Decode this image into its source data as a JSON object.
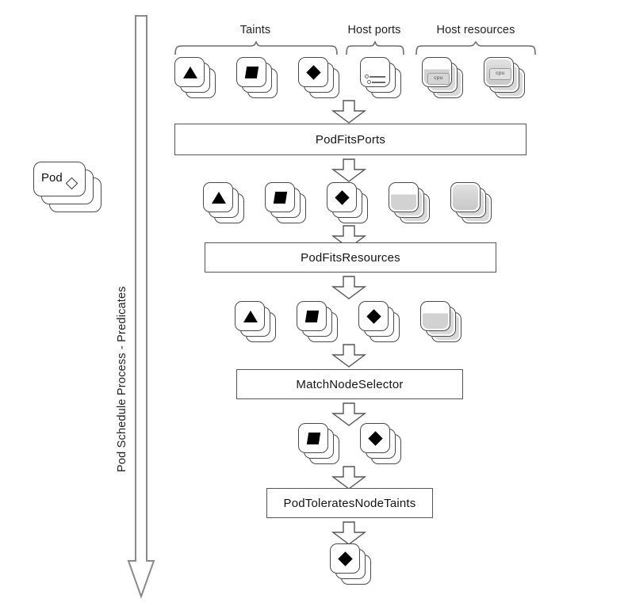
{
  "diagram": {
    "title": "Pod Schedule Process - Predicates",
    "side_caption": "Pod Schedule Process - Predicates",
    "pod": {
      "label": "Pod",
      "icon": "diamond-outline-icon"
    },
    "group_labels": [
      {
        "id": "taints",
        "label": "Taints"
      },
      {
        "id": "host-ports",
        "label": "Host ports"
      },
      {
        "id": "host-resources",
        "label": "Host resources"
      }
    ],
    "predicate_boxes": [
      {
        "id": "podfitsports",
        "label": "PodFitsPorts"
      },
      {
        "id": "podfitsresources",
        "label": "PodFitsResources"
      },
      {
        "id": "matchnodeselector",
        "label": "MatchNodeSelector"
      },
      {
        "id": "podtoleratesnodetaints",
        "label": "PodToleratesNodeTaints"
      }
    ],
    "node_rows": [
      {
        "id": "row-input",
        "nodes": [
          {
            "id": "n-triangle",
            "glyph": "triangle-icon",
            "style": "white",
            "label": ""
          },
          {
            "id": "n-square",
            "glyph": "square-icon",
            "style": "white",
            "label": ""
          },
          {
            "id": "n-diamond",
            "glyph": "diamond-icon",
            "style": "white",
            "label": ""
          },
          {
            "id": "n-port",
            "glyph": "port-icon",
            "style": "white",
            "label": ""
          },
          {
            "id": "n-cpu-1",
            "glyph": "cpu-icon",
            "style": "grey-light",
            "label": "cpu"
          },
          {
            "id": "n-cpu-2",
            "glyph": "cpu-icon",
            "style": "grey-dark",
            "label": "cpu"
          }
        ]
      },
      {
        "id": "row-after-ports",
        "nodes": [
          {
            "id": "n-triangle",
            "glyph": "triangle-icon",
            "style": "white",
            "label": ""
          },
          {
            "id": "n-square",
            "glyph": "square-icon",
            "style": "white",
            "label": ""
          },
          {
            "id": "n-diamond",
            "glyph": "diamond-icon",
            "style": "white",
            "label": ""
          },
          {
            "id": "n-grey-1",
            "glyph": "none",
            "style": "grey-light",
            "label": ""
          },
          {
            "id": "n-grey-2",
            "glyph": "none",
            "style": "grey-dark",
            "label": ""
          }
        ]
      },
      {
        "id": "row-after-resources",
        "nodes": [
          {
            "id": "n-triangle",
            "glyph": "triangle-icon",
            "style": "white",
            "label": ""
          },
          {
            "id": "n-square",
            "glyph": "square-icon",
            "style": "white",
            "label": ""
          },
          {
            "id": "n-diamond",
            "glyph": "diamond-icon",
            "style": "white",
            "label": ""
          },
          {
            "id": "n-grey-1",
            "glyph": "none",
            "style": "grey-light",
            "label": ""
          }
        ]
      },
      {
        "id": "row-after-selector",
        "nodes": [
          {
            "id": "n-square",
            "glyph": "square-icon",
            "style": "white",
            "label": ""
          },
          {
            "id": "n-diamond",
            "glyph": "diamond-icon",
            "style": "white",
            "label": ""
          }
        ]
      },
      {
        "id": "row-final",
        "nodes": [
          {
            "id": "n-diamond",
            "glyph": "diamond-icon",
            "style": "white",
            "label": ""
          }
        ]
      }
    ],
    "colors": {
      "stroke": "#4a4a4a",
      "box_stroke": "#555555",
      "text": "#141414",
      "grey_card": "#d2d2d2",
      "glyph_fill": "#000000",
      "background": "#ffffff"
    }
  }
}
